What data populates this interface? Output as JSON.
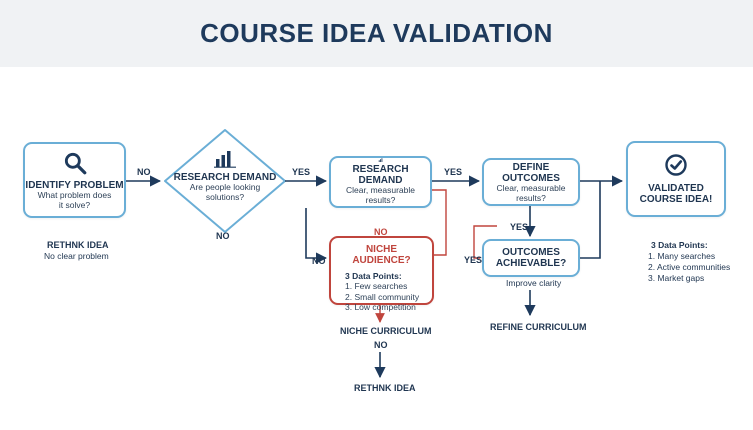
{
  "title": "COURSE IDEA VALIDATION",
  "identify": {
    "title": "IDENTIFY PROBLEM",
    "sub1": "What problem does",
    "sub2": "it solve?"
  },
  "research_diamond": {
    "title": "RESEARCH DEMAND",
    "sub1": "Are people looking",
    "sub2": "solutions?"
  },
  "research_box": {
    "title": "RESEARCH DEMAND",
    "sub": "Clear, measurable results?"
  },
  "define": {
    "title": "DEFINE OUTCOMES",
    "sub": "Clear, measurable results?"
  },
  "validated": {
    "line1": "VALIDATED",
    "line2": "COURSE IDEA!"
  },
  "niche": {
    "title": "NICHE AUDIENCE?",
    "points_title": "3 Data Points:",
    "points": [
      "1. Few searches",
      "2. Small community",
      "3. Low competition"
    ]
  },
  "achievable": {
    "line1": "OUTCOMES",
    "line2": "ACHIEVABLE?"
  },
  "rethink_left": {
    "title": "RETHNK IDEA",
    "sub": "No clear problem"
  },
  "validated_points": {
    "title": "3 Data Points:",
    "points": [
      "1. Many searches",
      "2. Active communities",
      "3. Market gaps"
    ]
  },
  "improve_clarity": "Improve clarity",
  "refine_curriculum": "REFINE CURRICULUM",
  "niche_curriculum": "NICHE CURRICULUM",
  "rethink_bottom": "RETHNK IDEA",
  "edges": {
    "no1": "NO",
    "no_diamond": "NO",
    "yes1": "YES",
    "yes2": "YES",
    "no_left": "NO",
    "no_red": "NO",
    "yes_small": "YES",
    "yes_left": "YES",
    "no_bottom": "NO"
  },
  "icons": [
    "magnifier-icon",
    "bar-chart-icon",
    "bar-chart-icon",
    "clipboard-icon",
    "check-circle-icon"
  ],
  "colors": {
    "navy": "#1e3a5c",
    "box_border": "#6aaed6",
    "red": "#c0453d",
    "header_bg": "#f0f2f4"
  }
}
